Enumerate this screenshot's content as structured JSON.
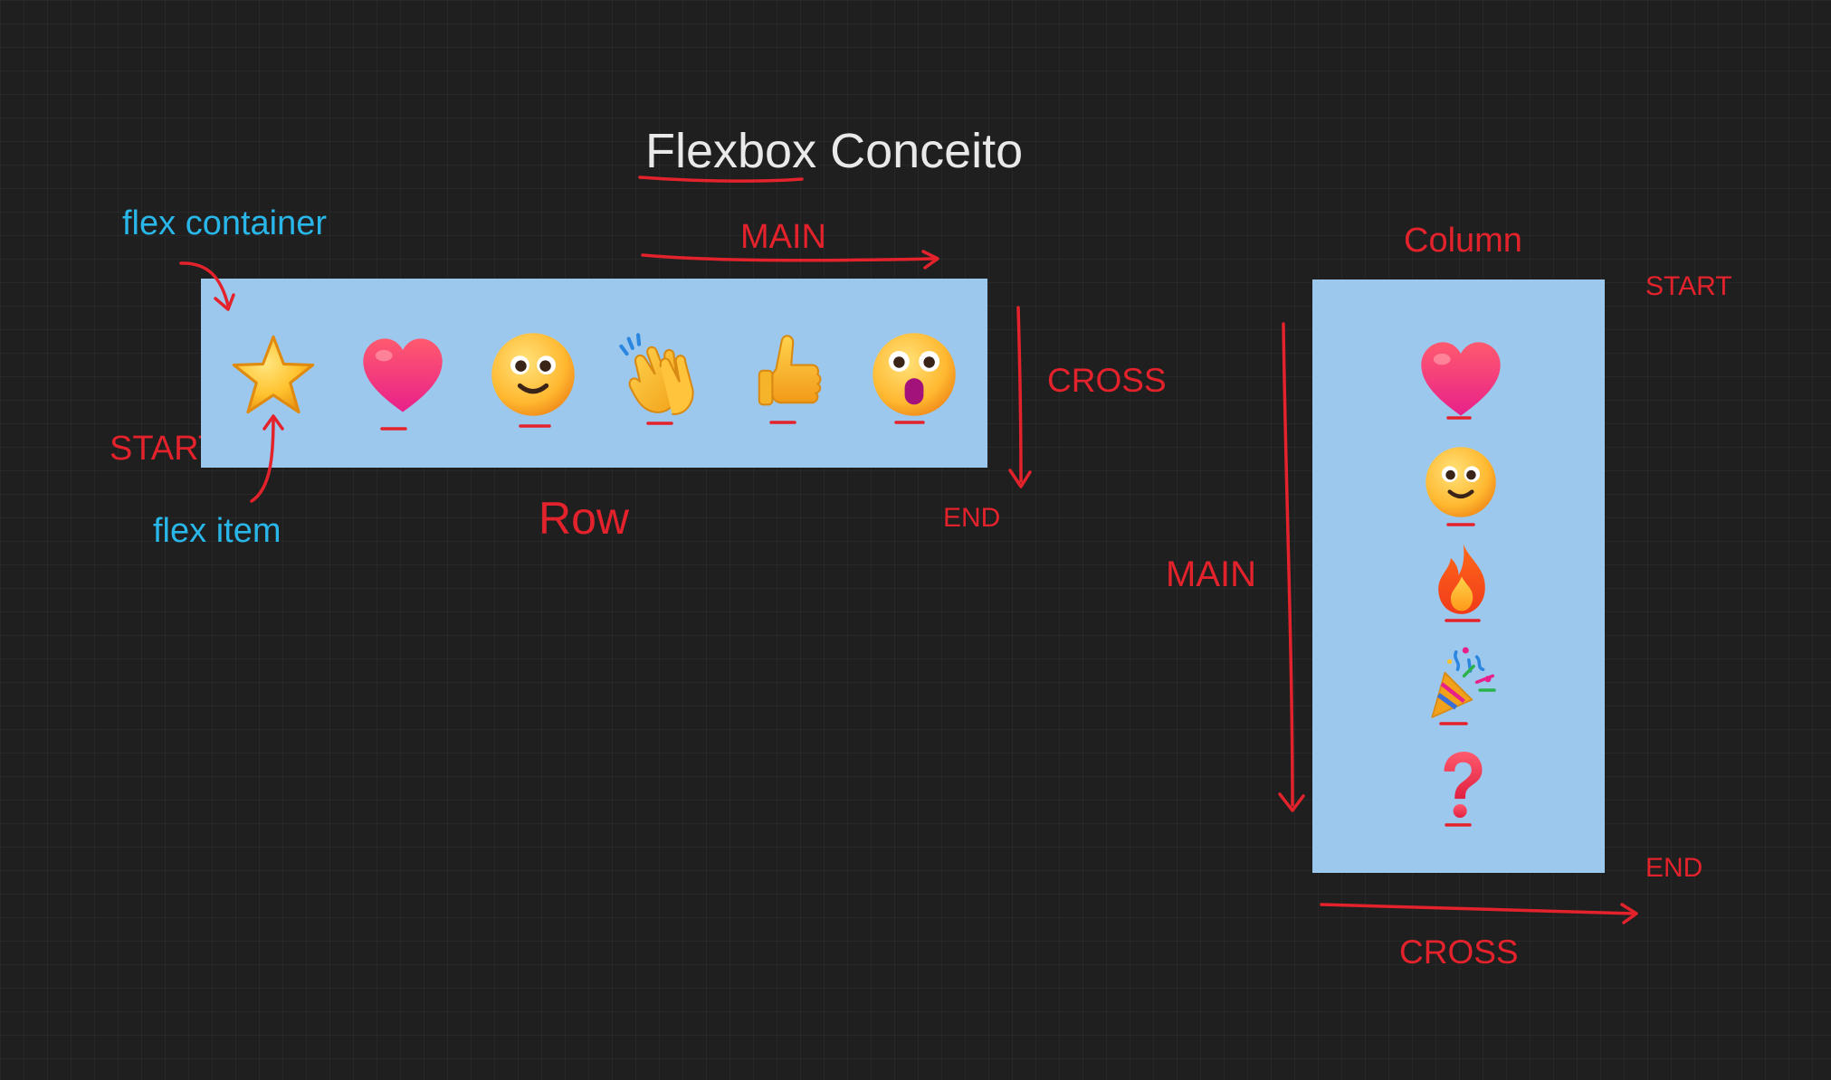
{
  "title": "Flexbox Conceito",
  "labels": {
    "flex_container": "flex container",
    "flex_item": "flex item",
    "row": "Row",
    "column": "Column",
    "row_main": "MAIN",
    "row_cross": "CROSS",
    "row_start": "START",
    "row_end": "END",
    "col_main": "MAIN",
    "col_cross": "CROSS",
    "col_start": "START",
    "col_end": "END"
  },
  "row_items": [
    "star-emoji",
    "heart-emoji",
    "smiling-face-emoji",
    "clapping-hands-emoji",
    "thumbs-up-emoji",
    "surprised-face-emoji"
  ],
  "column_items": [
    "heart-emoji",
    "smiling-face-emoji",
    "fire-emoji",
    "party-popper-emoji",
    "question-mark-emoji"
  ],
  "colors": {
    "background": "#1f1f1f",
    "container": "#9dc8ed",
    "annotation_red": "#e3222c",
    "annotation_blue": "#29b6e8",
    "title": "#e9e9e9"
  }
}
